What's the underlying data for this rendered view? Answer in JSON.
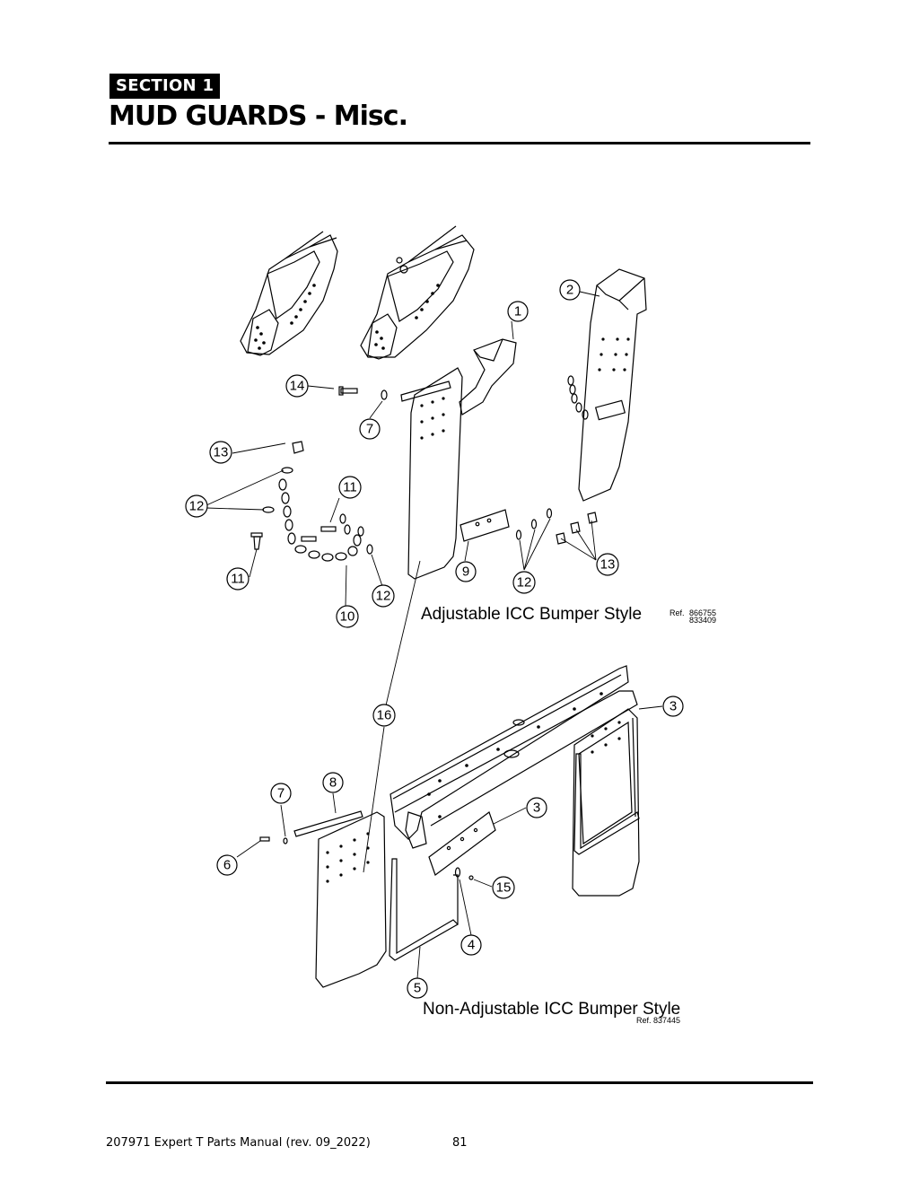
{
  "header": {
    "section_label": "SECTION 1",
    "title": "MUD GUARDS - Misc."
  },
  "diagram": {
    "top_assembly": {
      "caption": "Adjustable ICC Bumper Style",
      "ref_label": "Ref.",
      "ref_numbers": [
        "866755",
        "833409"
      ]
    },
    "bottom_assembly": {
      "caption": "Non-Adjustable ICC Bumper Style",
      "ref_label": "Ref. 837445"
    },
    "callouts": [
      "1",
      "2",
      "3",
      "4",
      "5",
      "6",
      "7",
      "8",
      "9",
      "10",
      "11",
      "12",
      "13",
      "14",
      "15",
      "16"
    ]
  },
  "footer": {
    "manual": "207971 Expert T Parts Manual (rev. 09_2022)",
    "page_number": "81"
  }
}
